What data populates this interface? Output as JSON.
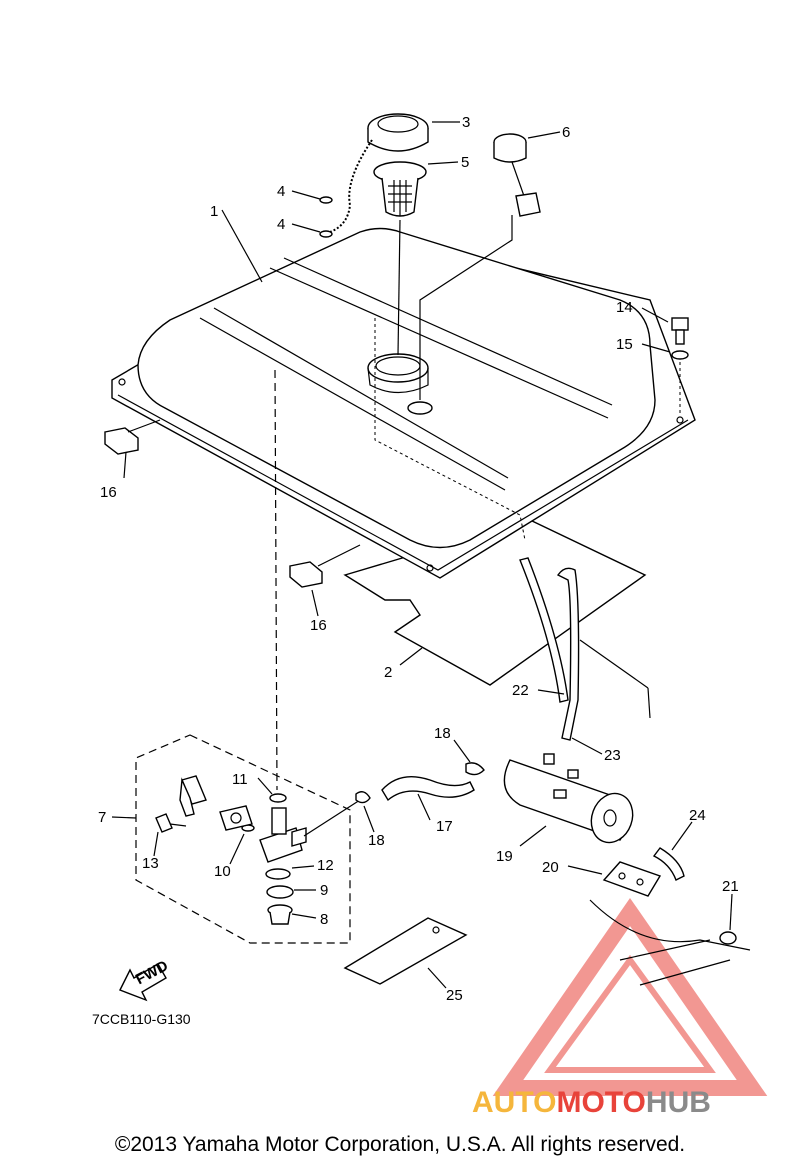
{
  "diagram": {
    "callouts": {
      "n1": "1",
      "n2": "2",
      "n3": "3",
      "n4a": "4",
      "n4b": "4",
      "n5": "5",
      "n6": "6",
      "n7": "7",
      "n8": "8",
      "n9": "9",
      "n10": "10",
      "n11": "11",
      "n12": "12",
      "n13": "13",
      "n14": "14",
      "n15": "15",
      "n16a": "16",
      "n16b": "16",
      "n17": "17",
      "n18a": "18",
      "n18b": "18",
      "n19": "19",
      "n20": "20",
      "n21": "21",
      "n22": "22",
      "n23": "23",
      "n24": "24",
      "n25": "25"
    },
    "fwd_label": "FWD",
    "figure_code": "7CCB110-G130",
    "copyright": "©2013 Yamaha Motor Corporation, U.S.A. All rights reserved."
  },
  "watermark": {
    "part1": "AUTO",
    "part2": "MOTO",
    "part3": "HUB",
    "colors": {
      "auto": "#f5b63c",
      "moto": "#e8433a",
      "hub": "#8a8a8a",
      "triangle": "#e8433a"
    }
  }
}
